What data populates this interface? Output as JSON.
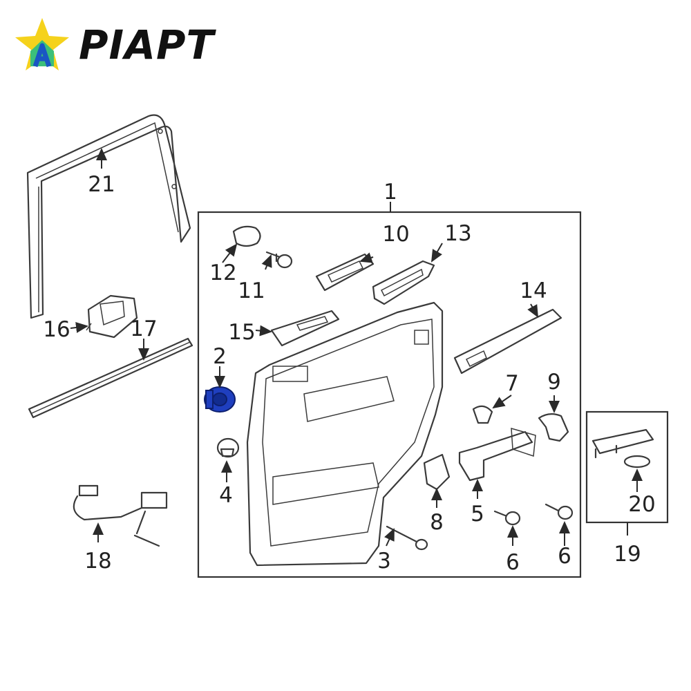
{
  "brand": {
    "name": "PIAPT",
    "logo_colors": {
      "star": "#f5d21c",
      "house": "#3cbf7a",
      "a_letter": "#1a56c4"
    }
  },
  "diagram": {
    "highlight_color": "#1f3fbf",
    "callouts": {
      "c1": "1",
      "c2": "2",
      "c3": "3",
      "c4": "4",
      "c5": "5",
      "c6a": "6",
      "c6b": "6",
      "c7": "7",
      "c8": "8",
      "c9": "9",
      "c10": "10",
      "c11": "11",
      "c12": "12",
      "c13": "13",
      "c14": "14",
      "c15": "15",
      "c16": "16",
      "c17": "17",
      "c18": "18",
      "c19": "19",
      "c20": "20",
      "c21": "21"
    }
  }
}
